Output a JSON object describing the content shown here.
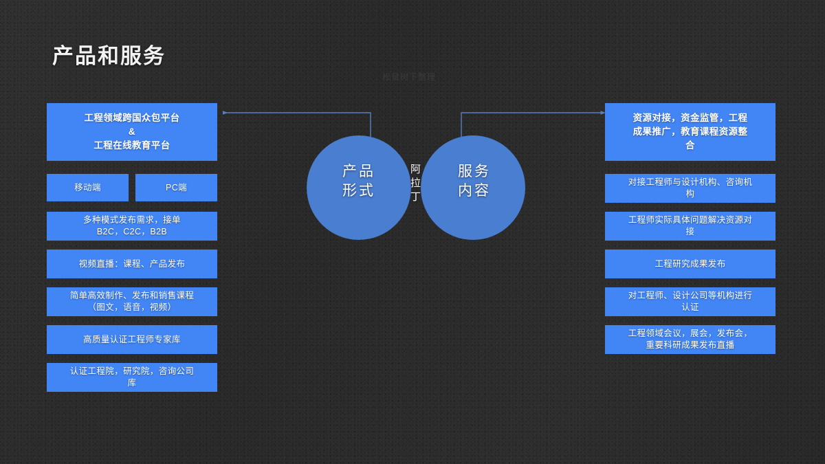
{
  "slide": {
    "title": "产品和服务",
    "watermark": "松鼠树下整理",
    "background_color": "#2c2c2c",
    "box_color": "#4285f4",
    "circle_color": "#4a7ed0",
    "connector_color": "#5a7fbf",
    "text_color": "#ffffff"
  },
  "venn": {
    "left_circle_label": "产品\n形式",
    "right_circle_label": "服务\n内容",
    "intersection_label": "阿\n拉\n丁"
  },
  "left_column": {
    "header": "工程领域跨国众包平台\n&\n工程在线教育平台",
    "split_row": [
      {
        "label": "移动端"
      },
      {
        "label": "PC端"
      }
    ],
    "items": [
      {
        "label": "多种模式发布需求，接单\nB2C，C2C，B2B"
      },
      {
        "label": "视频直播：课程、产品发布"
      },
      {
        "label": "简单高效制作、发布和销售课程\n（图文，语音，视频）"
      },
      {
        "label": "高质量认证工程师专家库"
      },
      {
        "label": "认证工程院，研究院，咨询公司\n库"
      }
    ]
  },
  "right_column": {
    "header": "资源对接，资金监管，工程\n成果推广，教育课程资源整\n合",
    "items": [
      {
        "label": "对接工程师与设计机构、咨询机\n构"
      },
      {
        "label": "工程师实际具体问题解决资源对\n接"
      },
      {
        "label": "工程研究成果发布"
      },
      {
        "label": "对工程师、设计公司等机构进行\n认证"
      },
      {
        "label": "工程领域会议，展会，发布会，\n重要科研成果发布直播"
      }
    ]
  }
}
